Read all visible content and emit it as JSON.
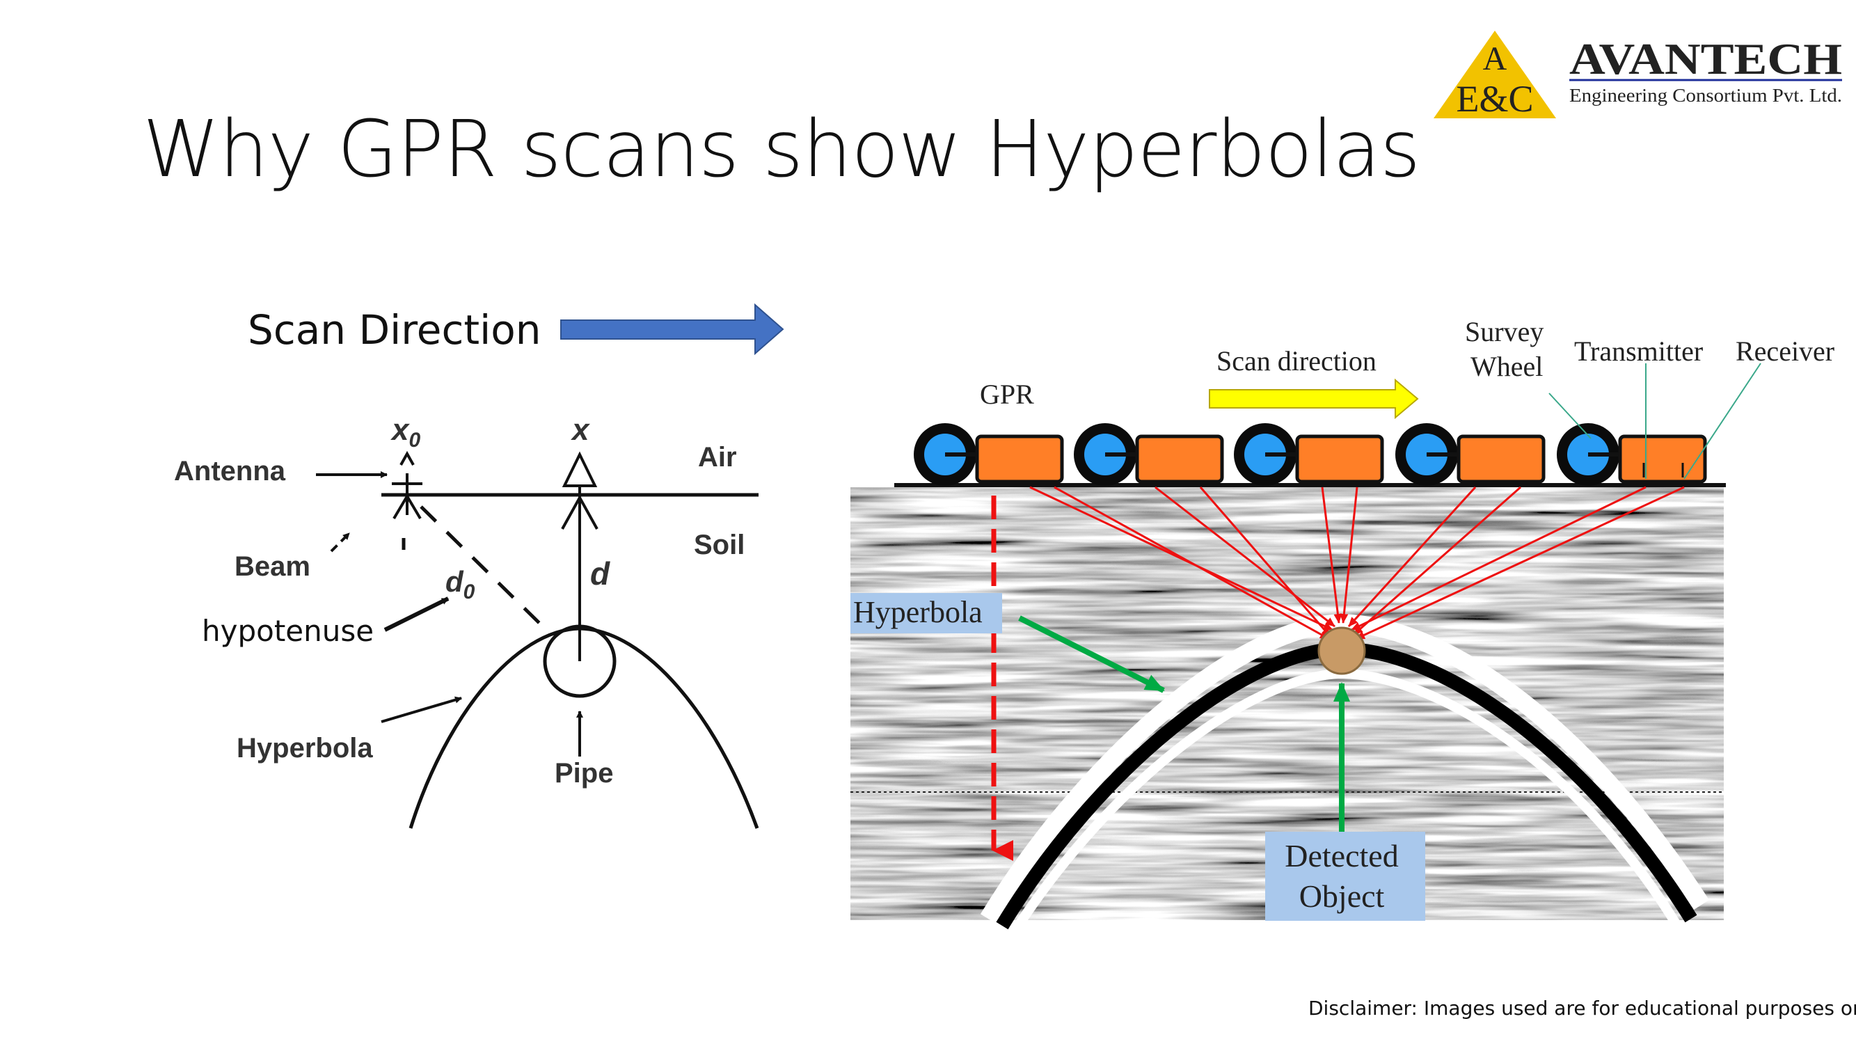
{
  "slide": {
    "title": "Why GPR scans show Hyperbolas",
    "scan_direction_label": "Scan Direction",
    "disclaimer": "Disclaimer: Images used are for educational purposes only"
  },
  "logo": {
    "letters_top": "A",
    "letters_bottom": "E&C",
    "name": "AVANTECH",
    "subtitle": "Engineering Consortium Pvt. Ltd."
  },
  "left_diagram": {
    "antenna": "Antenna",
    "x0": "x",
    "x0_sub": "0",
    "x": "x",
    "air": "Air",
    "soil": "Soil",
    "beam": "Beam",
    "d0": "d",
    "d0_sub": "0",
    "d": "d",
    "hypotenuse": "hypotenuse",
    "hyperbola": "Hyperbola",
    "pipe": "Pipe"
  },
  "right_diagram": {
    "gpr": "GPR",
    "scan_direction": "Scan direction",
    "survey_wheel_1": "Survey",
    "survey_wheel_2": "Wheel",
    "transmitter": "Transmitter",
    "receiver": "Receiver",
    "hyperbola": "Hyperbola",
    "detected_1": "Detected",
    "detected_2": "Object"
  },
  "colors": {
    "arrow_blue": "#4472c4",
    "scan_arrow_yellow": "#ffff00",
    "gpr_body_orange": "#ff7f27",
    "wheel_blue": "#2a9df4",
    "ray_red": "#ee1111",
    "pointer_green": "#00aa44",
    "label_box_blue": "#a9c8ec",
    "logo_gold": "#f2c200",
    "logo_navy": "#1f2f9a"
  }
}
